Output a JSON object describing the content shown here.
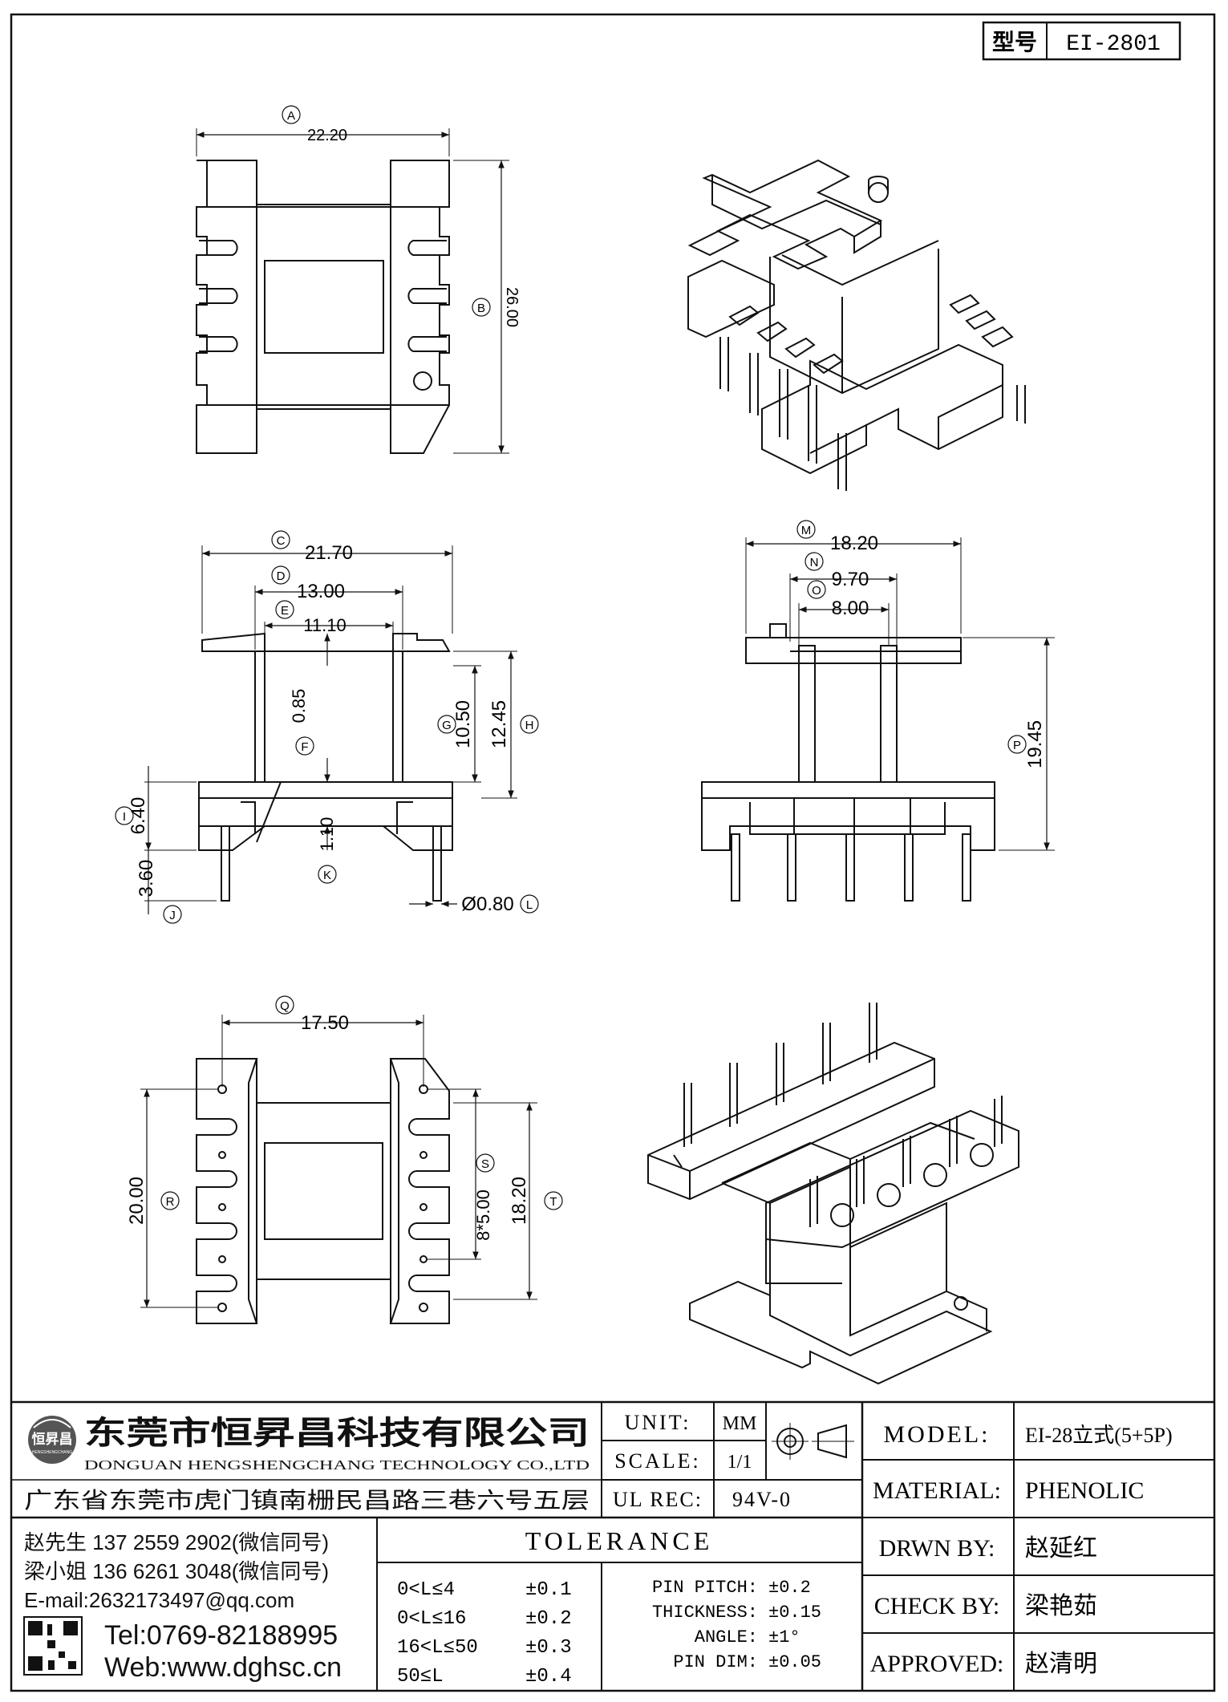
{
  "title_block": {
    "model_no_label": "型号",
    "model_no": "EI-2801"
  },
  "company": {
    "logo_text": "恒昇昌",
    "logo_subtext": "HENGSHENGCHANG",
    "name_cn": "东莞市恒昇昌科技有限公司",
    "name_en": "DONGUAN HENGSHENGCHANG TECHNOLOGY CO.,LTD",
    "address": "广东省东莞市虎门镇南栅民昌路三巷六号五层",
    "contacts": [
      "赵先生 137 2559 2902(微信同号)",
      "梁小姐 136 6261 3048(微信同号)",
      "E-mail:2632173497@qq.com"
    ],
    "tel": "Tel:0769-82188995",
    "web": "Web:www.dghsc.cn"
  },
  "spec": {
    "unit_label": "UNIT:",
    "unit": "MM",
    "scale_label": "SCALE:",
    "scale": "1/1",
    "ul_label": "UL REC:",
    "ul": "94V-0",
    "model_label": "MODEL:",
    "model": "EI-28立式(5+5P)",
    "material_label": "MATERIAL:",
    "material": "PHENOLIC",
    "drawn_label": "DRWN BY:",
    "drawn": "赵延红",
    "check_label": "CHECK BY:",
    "check": "梁艳茹",
    "approved_label": "APPROVED:",
    "approved": "赵清明"
  },
  "tolerance": {
    "title": "TOLERANCE",
    "ranges": [
      {
        "range": "0<L≤4",
        "tol": "±0.1"
      },
      {
        "range": "0<L≤16",
        "tol": "±0.2"
      },
      {
        "range": "16<L≤50",
        "tol": "±0.3"
      },
      {
        "range": "50≤L",
        "tol": "±0.4"
      }
    ],
    "others": [
      {
        "label": "PIN PITCH:",
        "tol": "±0.2"
      },
      {
        "label": "THICKNESS:",
        "tol": "±0.15"
      },
      {
        "label": "ANGLE:",
        "tol": "±1°"
      },
      {
        "label": "PIN DIM:",
        "tol": "±0.05"
      }
    ]
  },
  "dimensions": {
    "A": {
      "letter": "A",
      "value": "22.20"
    },
    "B": {
      "letter": "B",
      "value": "26.00"
    },
    "C": {
      "letter": "C",
      "value": "21.70"
    },
    "D": {
      "letter": "D",
      "value": "13.00"
    },
    "E": {
      "letter": "E",
      "value": "11.10"
    },
    "F": {
      "letter": "F",
      "value": "0.85"
    },
    "G": {
      "letter": "G",
      "value": "10.50"
    },
    "H": {
      "letter": "H",
      "value": "12.45"
    },
    "I": {
      "letter": "I",
      "value": "6.40"
    },
    "J": {
      "letter": "J",
      "value": "3.60"
    },
    "K": {
      "letter": "K",
      "value": "1.10"
    },
    "L": {
      "letter": "L",
      "value": "Ø0.80"
    },
    "M": {
      "letter": "M",
      "value": "18.20"
    },
    "N": {
      "letter": "N",
      "value": "9.70"
    },
    "O": {
      "letter": "O",
      "value": "8.00"
    },
    "P": {
      "letter": "P",
      "value": "19.45"
    },
    "Q": {
      "letter": "Q",
      "value": "17.50"
    },
    "R": {
      "letter": "R",
      "value": "20.00"
    },
    "S": {
      "letter": "S",
      "value": "8*5.00"
    },
    "T": {
      "letter": "T",
      "value": "18.20"
    }
  }
}
